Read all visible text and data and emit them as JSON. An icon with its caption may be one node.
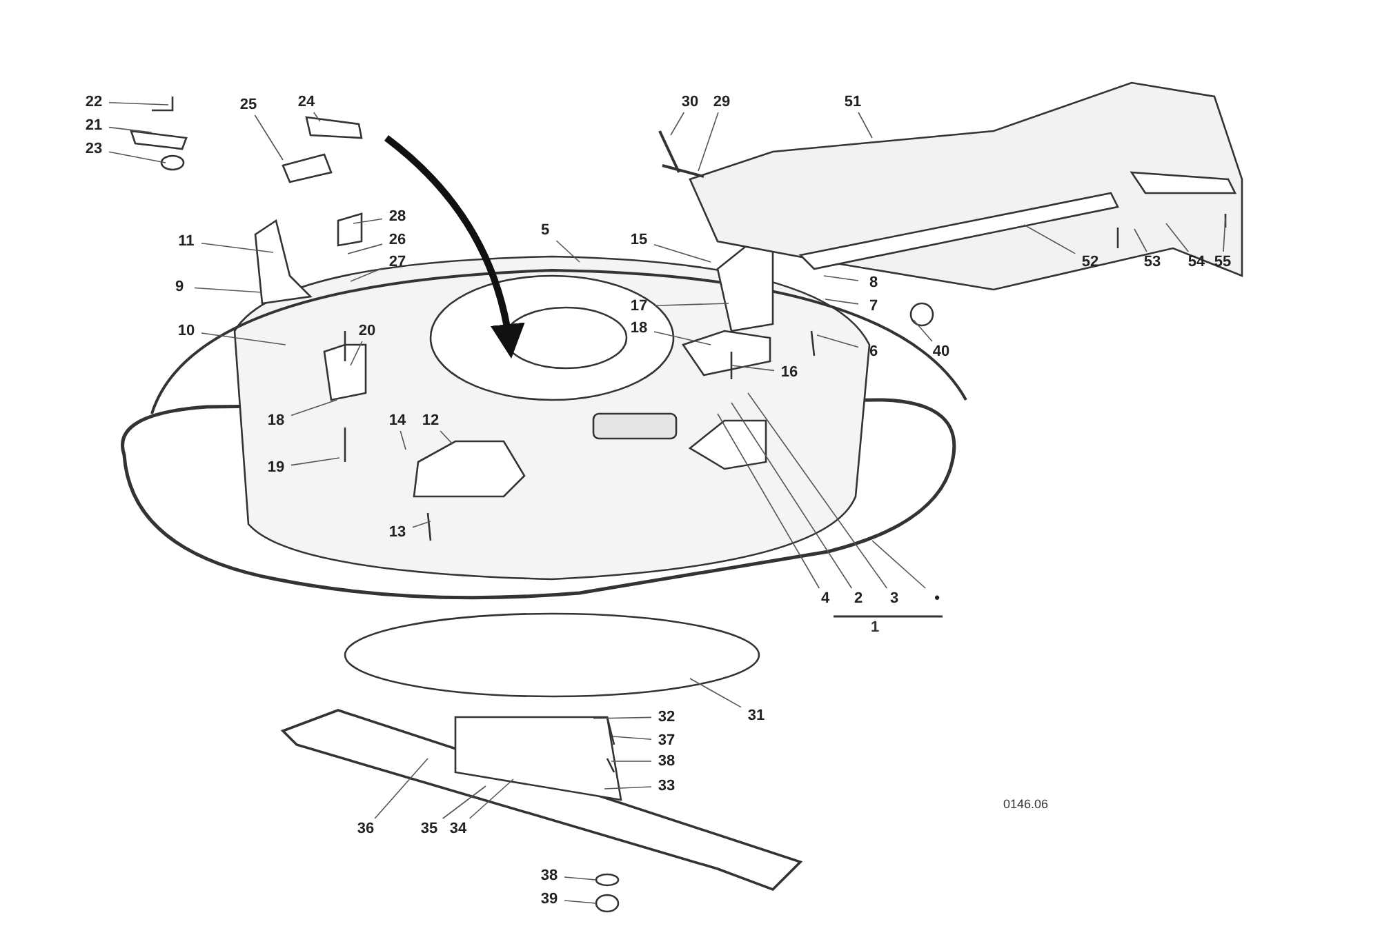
{
  "diagram": {
    "nodes": [
      {
        "text": [
          "22"
        ]
      },
      {
        "text": [
          "21"
        ]
      },
      {
        "text": [
          "23"
        ]
      },
      {
        "text": [
          "25"
        ]
      },
      {
        "text": [
          "24"
        ]
      },
      {
        "text": [
          "30"
        ]
      },
      {
        "text": [
          "29"
        ]
      },
      {
        "text": [
          "51"
        ]
      },
      {
        "text": [
          "11"
        ]
      },
      {
        "text": [
          "28"
        ]
      },
      {
        "text": [
          "26"
        ]
      },
      {
        "text": [
          "27"
        ]
      },
      {
        "text": [
          "9"
        ]
      },
      {
        "text": [
          "5"
        ]
      },
      {
        "text": [
          "15"
        ]
      },
      {
        "text": [
          "17"
        ]
      },
      {
        "text": [
          "18"
        ]
      },
      {
        "text": [
          "8"
        ]
      },
      {
        "text": [
          "7"
        ]
      },
      {
        "text": [
          "6"
        ]
      },
      {
        "text": [
          "40"
        ]
      },
      {
        "text": [
          "52"
        ]
      },
      {
        "text": [
          "53"
        ]
      },
      {
        "text": [
          "54"
        ]
      },
      {
        "text": [
          "55"
        ]
      },
      {
        "text": [
          "10"
        ]
      },
      {
        "text": [
          "20"
        ]
      },
      {
        "text": [
          "16"
        ]
      },
      {
        "text": [
          "18"
        ]
      },
      {
        "text": [
          "14"
        ]
      },
      {
        "text": [
          "12"
        ]
      },
      {
        "text": [
          "19"
        ]
      },
      {
        "text": [
          "13"
        ]
      },
      {
        "text": [
          "4"
        ]
      },
      {
        "text": [
          "2"
        ]
      },
      {
        "text": [
          "3"
        ]
      },
      {
        "text": [
          "•"
        ]
      },
      {
        "text": [
          "31"
        ]
      },
      {
        "text": [
          "32"
        ]
      },
      {
        "text": [
          "37"
        ]
      },
      {
        "text": [
          "38"
        ]
      },
      {
        "text": [
          "33"
        ]
      },
      {
        "text": [
          "36"
        ]
      },
      {
        "text": [
          "35"
        ]
      },
      {
        "text": [
          "34"
        ]
      },
      {
        "text": [
          "38"
        ]
      },
      {
        "text": [
          "39"
        ]
      }
    ],
    "edges": [
      {
        "from": 0,
        "to": null,
        "arrow": "none"
      },
      {
        "from": 1,
        "to": null,
        "arrow": "none"
      },
      {
        "from": 2,
        "to": null,
        "arrow": "none"
      },
      {
        "from": 3,
        "to": null,
        "arrow": "none"
      },
      {
        "from": 4,
        "to": null,
        "arrow": "none"
      },
      {
        "from": 5,
        "to": null,
        "arrow": "none"
      },
      {
        "from": 6,
        "to": null,
        "arrow": "none"
      },
      {
        "from": 7,
        "to": null,
        "arrow": "none"
      },
      {
        "from": 8,
        "to": null,
        "arrow": "none"
      },
      {
        "from": 9,
        "to": null,
        "arrow": "none"
      },
      {
        "from": 10,
        "to": null,
        "arrow": "none"
      },
      {
        "from": 11,
        "to": null,
        "arrow": "none"
      },
      {
        "from": 12,
        "to": null,
        "arrow": "none"
      },
      {
        "from": 13,
        "to": null,
        "arrow": "none"
      },
      {
        "from": 14,
        "to": null,
        "arrow": "none"
      },
      {
        "from": 15,
        "to": null,
        "arrow": "none"
      },
      {
        "from": 16,
        "to": null,
        "arrow": "none"
      },
      {
        "from": 17,
        "to": null,
        "arrow": "none"
      },
      {
        "from": 18,
        "to": null,
        "arrow": "none"
      },
      {
        "from": 19,
        "to": null,
        "arrow": "none"
      },
      {
        "from": 20,
        "to": null,
        "arrow": "none"
      },
      {
        "from": 21,
        "to": null,
        "arrow": "none"
      },
      {
        "from": 22,
        "to": null,
        "arrow": "none"
      },
      {
        "from": 23,
        "to": null,
        "arrow": "none"
      },
      {
        "from": 24,
        "to": null,
        "arrow": "none"
      },
      {
        "from": 25,
        "to": null,
        "arrow": "none"
      },
      {
        "from": 26,
        "to": null,
        "arrow": "none"
      },
      {
        "from": 27,
        "to": null,
        "arrow": "none"
      },
      {
        "from": 28,
        "to": null,
        "arrow": "none"
      },
      {
        "from": 29,
        "to": null,
        "arrow": "none"
      },
      {
        "from": 30,
        "to": null,
        "arrow": "none"
      },
      {
        "from": 31,
        "to": null,
        "arrow": "none"
      },
      {
        "from": 32,
        "to": null,
        "arrow": "none"
      },
      {
        "from": 33,
        "to": null,
        "arrow": "none"
      },
      {
        "from": 34,
        "to": null,
        "arrow": "none"
      },
      {
        "from": 35,
        "to": null,
        "arrow": "none"
      },
      {
        "from": 36,
        "to": null,
        "arrow": "none"
      },
      {
        "from": 37,
        "to": null,
        "arrow": "none"
      },
      {
        "from": 38,
        "to": null,
        "arrow": "none"
      },
      {
        "from": 39,
        "to": null,
        "arrow": "none"
      },
      {
        "from": 40,
        "to": null,
        "arrow": "none"
      },
      {
        "from": 41,
        "to": null,
        "arrow": "none"
      },
      {
        "from": 42,
        "to": null,
        "arrow": "none"
      },
      {
        "from": 43,
        "to": null,
        "arrow": "none"
      },
      {
        "from": 44,
        "to": null,
        "arrow": "none"
      },
      {
        "from": 45,
        "to": null,
        "arrow": "none"
      },
      {
        "from": 46,
        "to": null,
        "arrow": "none"
      }
    ],
    "labels": [
      "1",
      "0146.06"
    ]
  }
}
